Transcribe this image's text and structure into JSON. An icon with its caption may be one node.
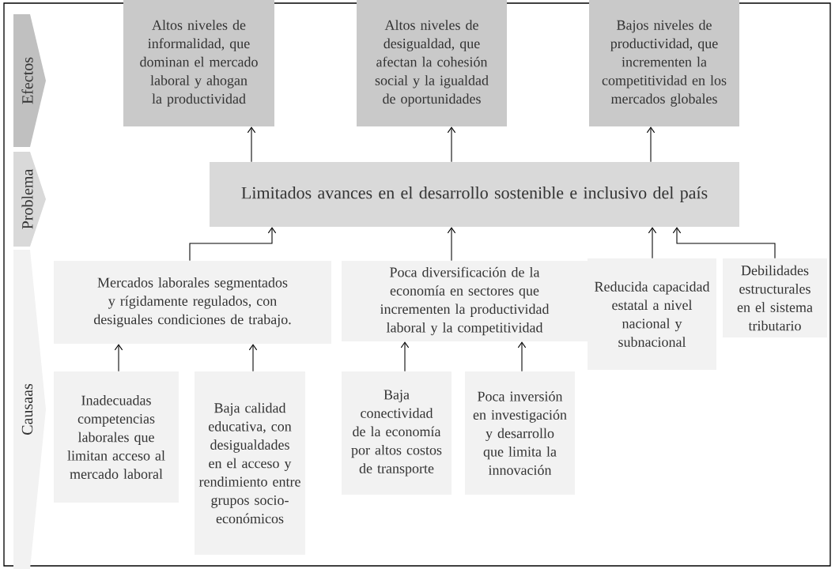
{
  "diagram": {
    "nodes": [
      {
        "text": [
          "Efectos"
        ]
      },
      {
        "text": [
          "Problema"
        ]
      },
      {
        "text": [
          "Causaas"
        ]
      },
      {
        "text": [
          "Altos niveles de informalidad, que dominan el mercado laboral y ahogan la productividad"
        ]
      },
      {
        "text": [
          "Altos niveles de desigualdad, que afectan la cohesión social y la igualdad de oportunidades"
        ]
      },
      {
        "text": [
          "Bajos niveles de productividad, que incrementen la competitividad en los mercados globales"
        ]
      },
      {
        "text": [
          "Limitados avances en el desarrollo sostenible e inclusivo del país"
        ]
      },
      {
        "text": [
          "Mercados laborales segmentados y rígidamente regulados, con desiguales condiciones de trabajo."
        ]
      },
      {
        "text": [
          "Poca diversificación de la economía en sectores que incrementen la productividad laboral y la competitividad"
        ]
      },
      {
        "text": [
          "Reducida capacidad estatal a nivel nacional y subnacional"
        ]
      },
      {
        "text": [
          "Debilidades estructurales en el sistema tributario"
        ]
      },
      {
        "text": [
          "Inadecuadas competencias laborales que limitan acceso al mercado laboral"
        ]
      },
      {
        "text": [
          "Baja calidad educativa, con desigualdades en el acceso y rendimiento entre grupos socio-económicos"
        ]
      },
      {
        "text": [
          "Baja conectividad de la economía por altos costos de transporte"
        ]
      },
      {
        "text": [
          "Poca inversión en investigación y desarrollo que limita la innovación"
        ]
      }
    ],
    "edges": [
      {
        "from": 6,
        "to": 3,
        "arrow": "to"
      },
      {
        "from": 6,
        "to": 4,
        "arrow": "to"
      },
      {
        "from": 6,
        "to": 5,
        "arrow": "to"
      },
      {
        "from": 7,
        "to": 6,
        "arrow": "to"
      },
      {
        "from": 8,
        "to": 6,
        "arrow": "to"
      },
      {
        "from": 9,
        "to": 6,
        "arrow": "to"
      },
      {
        "from": 10,
        "to": 6,
        "arrow": "to"
      },
      {
        "from": 11,
        "to": 7,
        "arrow": "to"
      },
      {
        "from": 12,
        "to": 7,
        "arrow": "to"
      },
      {
        "from": 13,
        "to": 8,
        "arrow": "to"
      },
      {
        "from": 14,
        "to": 8,
        "arrow": "to"
      }
    ]
  }
}
